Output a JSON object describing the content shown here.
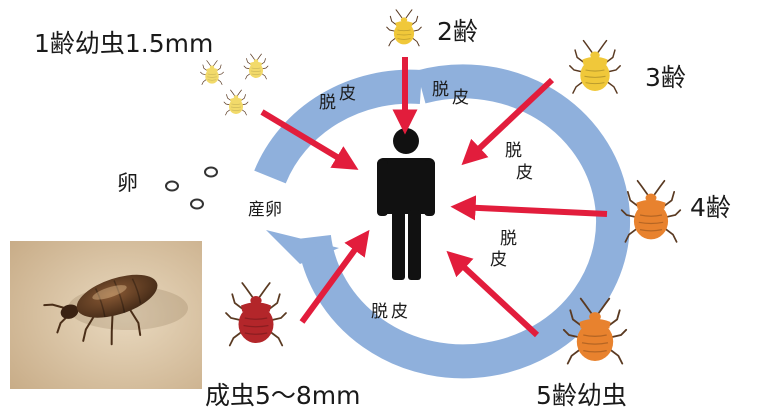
{
  "diagram": {
    "labels": {
      "instar1": "1齢幼虫1.5mm",
      "instar2": "2齢",
      "instar3": "3齢",
      "instar4": "4齢",
      "instar5": "5齢幼虫",
      "adult": "成虫5～8mm",
      "egg": "卵",
      "laying": "産卵"
    },
    "molt_parts": [
      "脱",
      "皮"
    ],
    "colors": {
      "arrow": "#e21d3c",
      "ring": "#8fb0dc",
      "human": "#111111",
      "nymph_light": "#f2da6a",
      "nymph_yellow": "#f0c83a",
      "nymph_orange": "#e8822e",
      "adult": "#b3262a"
    },
    "icons": [
      "human-silhouette-icon",
      "bed-bug-icon",
      "egg-icon",
      "photo-of-bed-bug"
    ]
  }
}
